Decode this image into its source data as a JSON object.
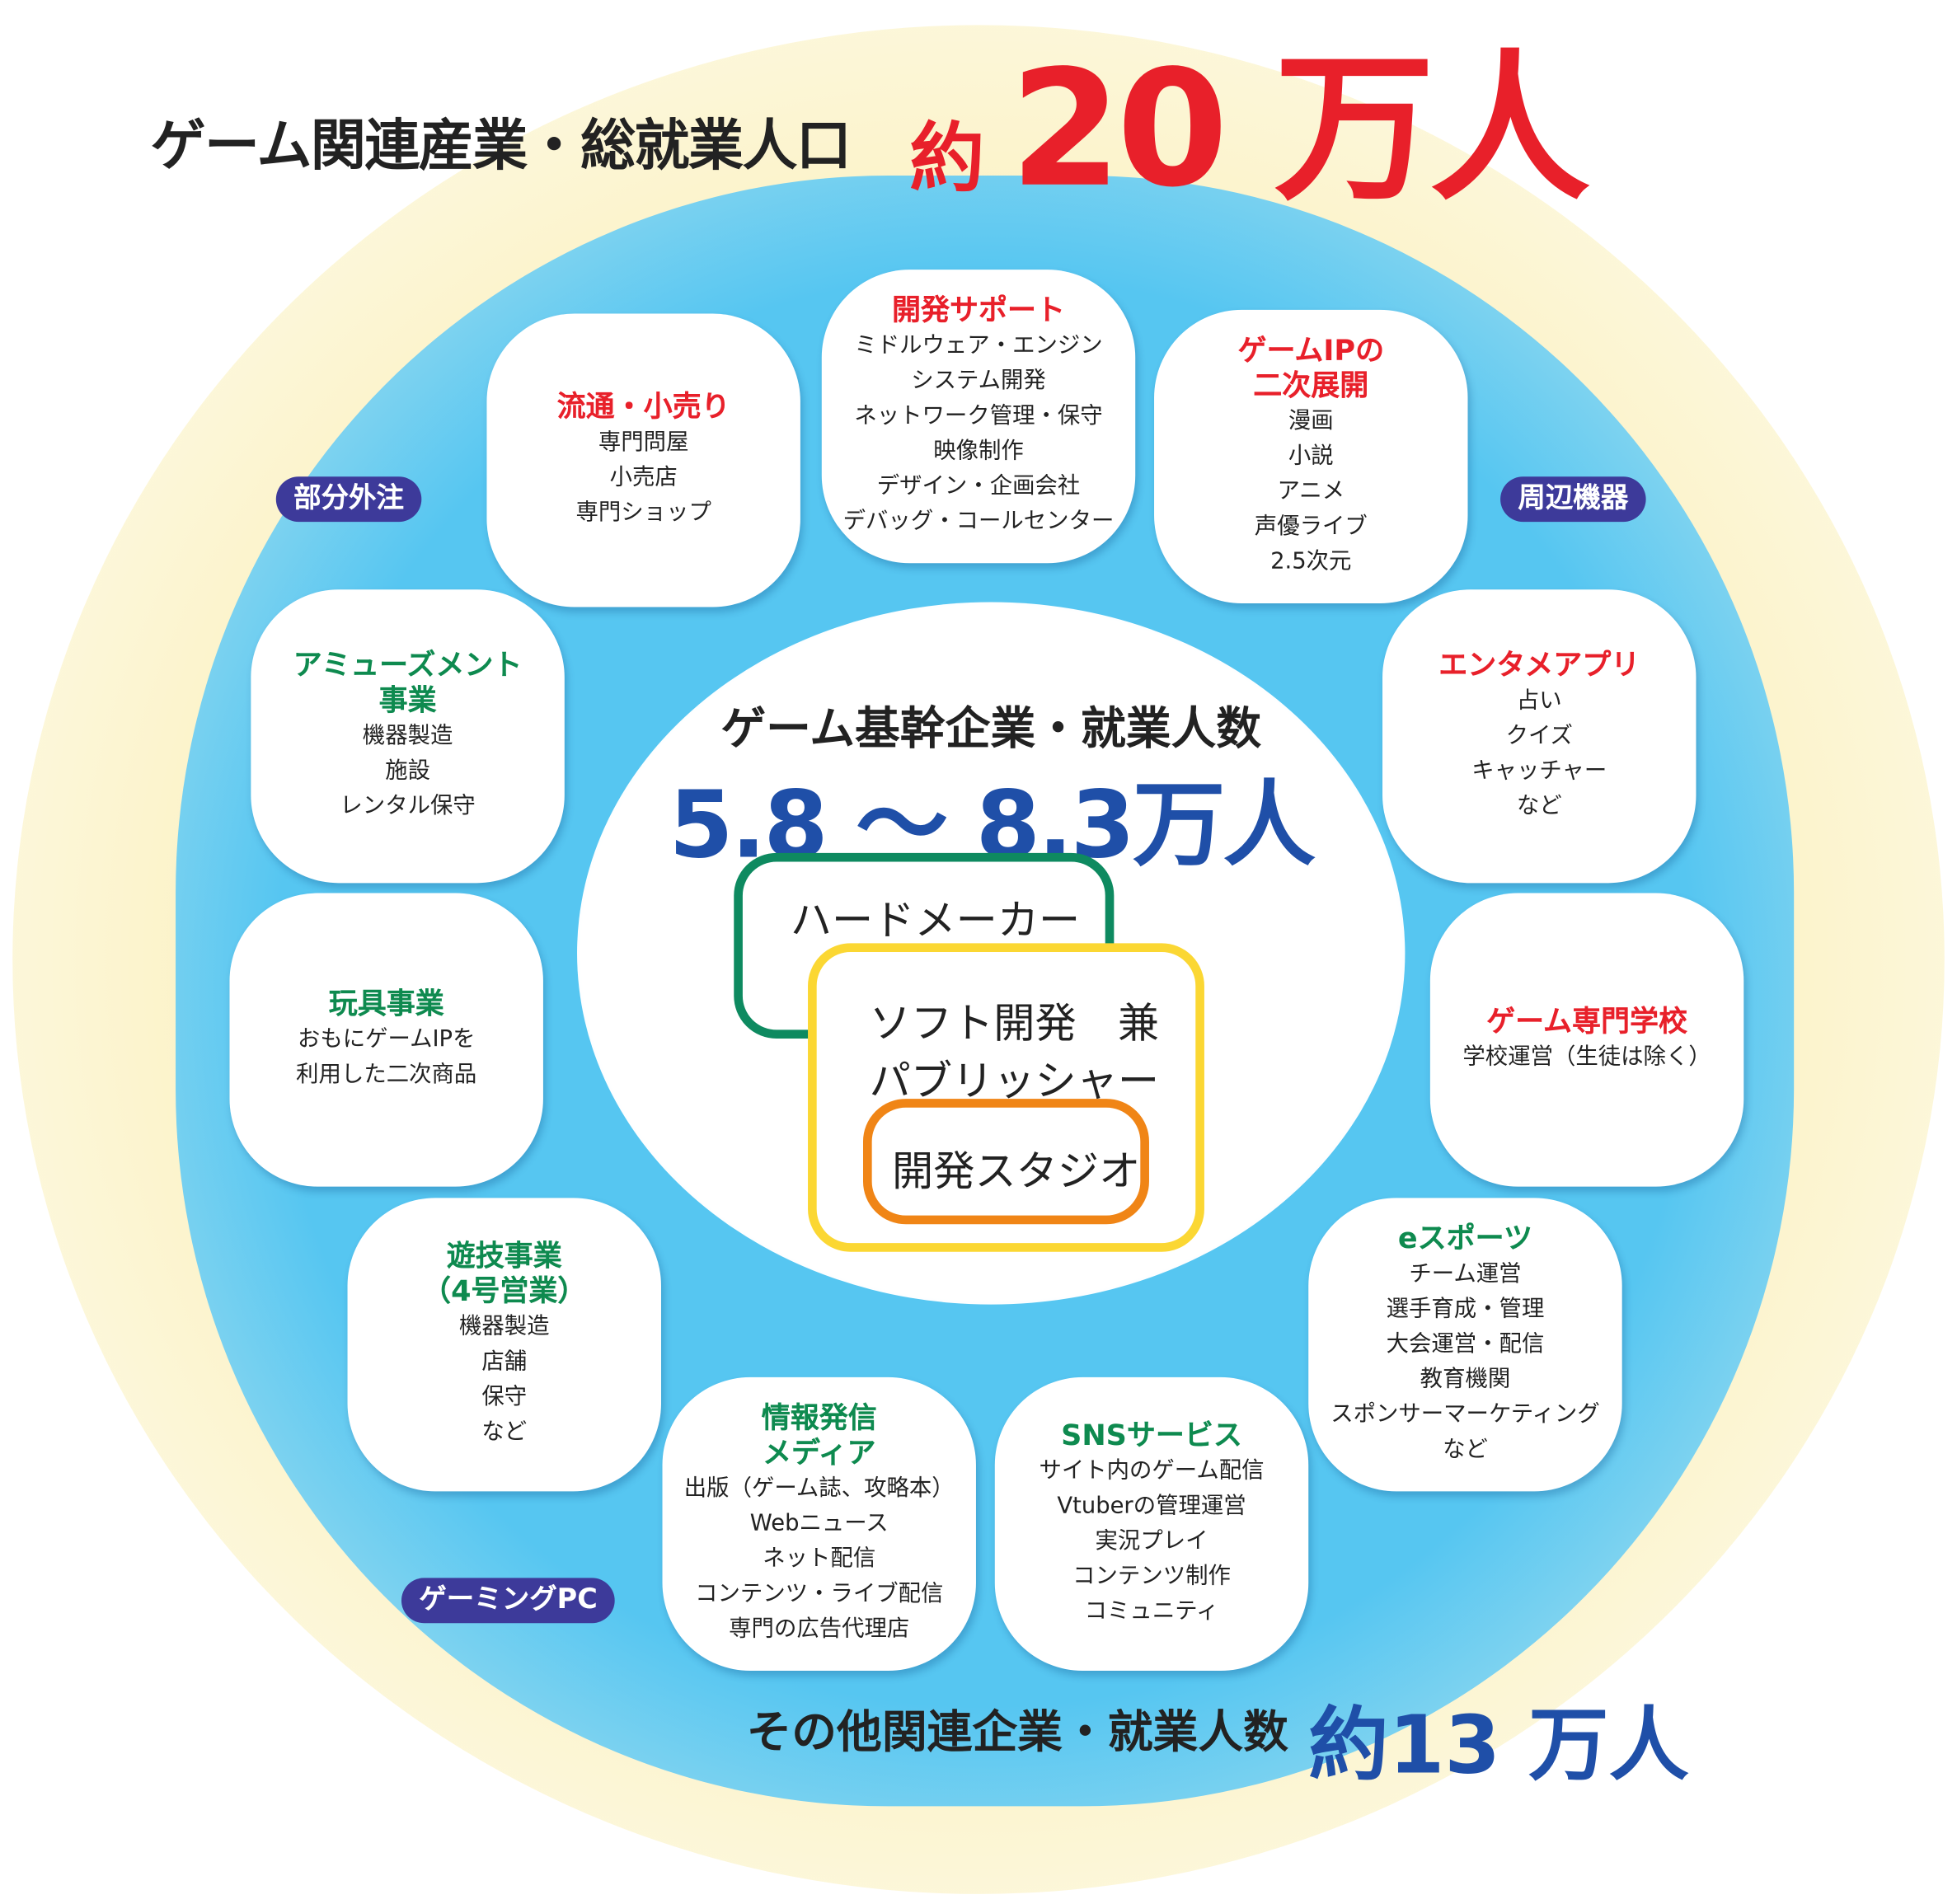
{
  "header": {
    "title": "ゲーム関連産業・総就業人口",
    "approx": "約",
    "number": "20 万人"
  },
  "center": {
    "title": "ゲーム基幹企業・就業人数",
    "range": "5.8 ～ 8.3万人",
    "hard": "ハードメーカー",
    "soft_line1": "ソフト開発　兼",
    "soft_line2": "パブリッシャー",
    "studio": "開発スタジオ"
  },
  "footer": {
    "title": "その他関連企業・就業人数",
    "value": "約13 万人"
  },
  "pills": [
    "部分外注",
    "周辺機器",
    "ゲーミングPC"
  ],
  "cards": [
    {
      "title": [
        "流通・小売り"
      ],
      "color": "red",
      "items": [
        "専門問屋",
        "小売店",
        "専門ショップ"
      ]
    },
    {
      "title": [
        "開発サポート"
      ],
      "color": "red",
      "items": [
        "ミドルウェア・エンジン",
        "システム開発",
        "ネットワーク管理・保守",
        "映像制作",
        "デザイン・企画会社",
        "デバッグ・コールセンター"
      ]
    },
    {
      "title": [
        "ゲームIPの",
        "二次展開"
      ],
      "color": "red",
      "items": [
        "漫画",
        "小説",
        "アニメ",
        "声優ライブ",
        "2.5次元"
      ]
    },
    {
      "title": [
        "アミューズメント",
        "事業"
      ],
      "color": "green",
      "items": [
        "機器製造",
        "施設",
        "レンタル保守"
      ]
    },
    {
      "title": [
        "エンタメアプリ"
      ],
      "color": "red",
      "items": [
        "占い",
        "クイズ",
        "キャッチャー",
        "など"
      ]
    },
    {
      "title": [
        "玩具事業"
      ],
      "color": "green",
      "items": [
        "おもにゲームIPを",
        "利用した二次商品"
      ]
    },
    {
      "title": [
        "ゲーム専門学校"
      ],
      "color": "red",
      "items": [
        "学校運営（生徒は除く）"
      ]
    },
    {
      "title": [
        "遊技事業",
        "（4号営業）"
      ],
      "color": "green",
      "items": [
        "機器製造",
        "店舗",
        "保守",
        "など"
      ]
    },
    {
      "title": [
        "eスポーツ"
      ],
      "color": "green",
      "items": [
        "チーム運営",
        "選手育成・管理",
        "大会運営・配信",
        "教育機関",
        "スポンサーマーケティング",
        "など"
      ]
    },
    {
      "title": [
        "情報発信",
        "メディア"
      ],
      "color": "green",
      "items": [
        "出版（ゲーム誌、攻略本）",
        "Webニュース",
        "ネット配信",
        "コンテンツ・ライブ配信",
        "専門の広告代理店"
      ]
    },
    {
      "title": [
        "SNSサービス"
      ],
      "color": "green",
      "items": [
        "サイト内のゲーム配信",
        "Vtuberの管理運営",
        "実況プレイ",
        "コンテンツ制作",
        "コミュニティ"
      ]
    }
  ],
  "colors": {
    "red": "#e8202a",
    "green": "#0e8a4f",
    "blue": "#1f4fa8",
    "pill": "#3d3a9a",
    "sky": "#56c6f1",
    "hard": "#0e8a60",
    "soft": "#fbd733",
    "studio": "#f08516"
  }
}
